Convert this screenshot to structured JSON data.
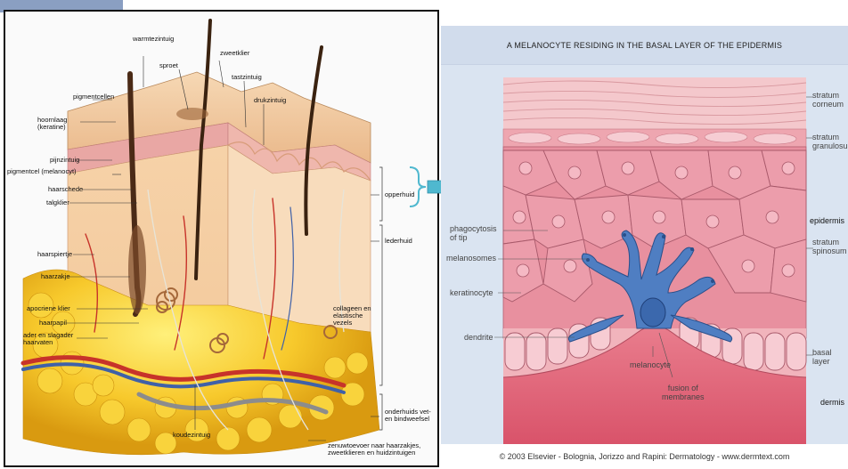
{
  "left_diagram": {
    "labels": {
      "warmtezintuig": "warmtezintuig",
      "zweetklier": "zweetklier",
      "sproet": "sproet",
      "tastzintuig": "tastzintuig",
      "pigmentcellen": "pigmentcellen",
      "drukzintuig": "drukzintuig",
      "hoornlaag": "hoornlaag\n(keratine)",
      "pijnzintuig": "pijnzintuig",
      "pigmentcel": "pigmentcel (melanocyt)",
      "haarschede": "haarschede",
      "talgklier": "talgklier",
      "haarspiertje": "haarspiertje",
      "haarzakje": "haarzakje",
      "apocriene_klier": "apocriene klier",
      "haarpapil": "haarpapil",
      "ader": "ader en slagader\nhaarvaten",
      "opperhuid": "opperhuid",
      "lederhuid": "lederhuid",
      "collageen": "collageen en\nelastische\nvezels",
      "onderhuids": "onderhuids vet-\nen bindweefsel",
      "koudezintuig": "koudezintuig",
      "zenuwtoevoer": "zenuwtoevoer naar haarzakjes,\nzweetklieren en huidzintuigen"
    }
  },
  "right_diagram": {
    "title": "A MELANOCYTE RESIDING IN THE BASAL LAYER OF THE EPIDERMIS",
    "labels": {
      "stratum_corneum": "stratum\ncorneum",
      "stratum_granulosum": "stratum\ngranulosum",
      "epidermis": "epidermis",
      "stratum_spinosum": "stratum\nspinosum",
      "phagocytosis": "phagocytosis\nof tip",
      "melanosomes": "melanosomes",
      "keratinocyte": "keratinocyte",
      "dendrite": "dendrite",
      "melanocyte": "melanocyte",
      "basal_layer": "basal\nlayer",
      "fusion": "fusion of\nmembranes",
      "dermis": "dermis"
    },
    "credit": "© 2003 Elsevier - Bolognia, Jorizzo and Rapini: Dermatology - www.dermtext.com"
  },
  "colors": {
    "epidermis_pink": "#e89aa6",
    "cell_pink": "#ee9fae",
    "melanocyte_blue": "#4f7ec2",
    "arrow_teal": "#4fb8cf",
    "fat_yellow": "#f5c22e",
    "skin_tan": "#f2c89a"
  }
}
